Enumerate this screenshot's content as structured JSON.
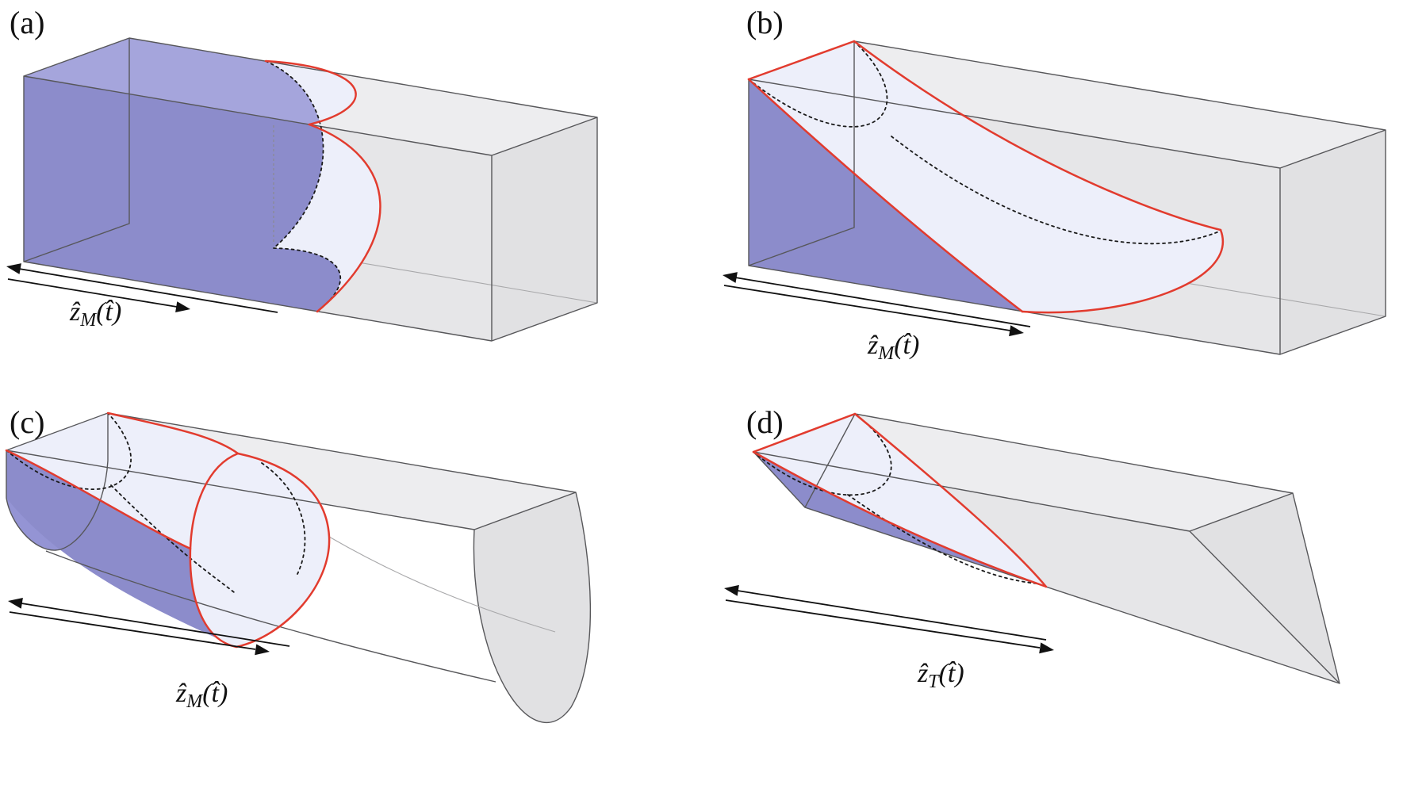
{
  "figure": {
    "background": "#ffffff",
    "colors": {
      "liquid_purple": "#9494d4",
      "liquid_purple_light": "#a5a5dc",
      "liquid_purple_dark": "#8c8ccb",
      "meniscus_lavender": "#edeffa",
      "wall_gray_top": "#ededef",
      "wall_gray_front": "#e6e6e8",
      "wall_gray_end": "#e1e1e3",
      "contact_line_red": "#e23b2e",
      "edge_gray": "#57575a",
      "hidden_line_black": "#1a1a1a"
    },
    "panels": [
      {
        "letter": "(a)",
        "annotation": {
          "base": "ẑ",
          "sub": "M",
          "args": "(t̂)"
        }
      },
      {
        "letter": "(b)",
        "annotation": {
          "base": "ẑ",
          "sub": "M",
          "args": "(t̂)"
        }
      },
      {
        "letter": "(c)",
        "annotation": {
          "base": "ẑ",
          "sub": "M",
          "args": "(t̂)"
        }
      },
      {
        "letter": "(d)",
        "annotation": {
          "base": "ẑ",
          "sub": "T",
          "args": "(t̂)"
        }
      }
    ]
  }
}
